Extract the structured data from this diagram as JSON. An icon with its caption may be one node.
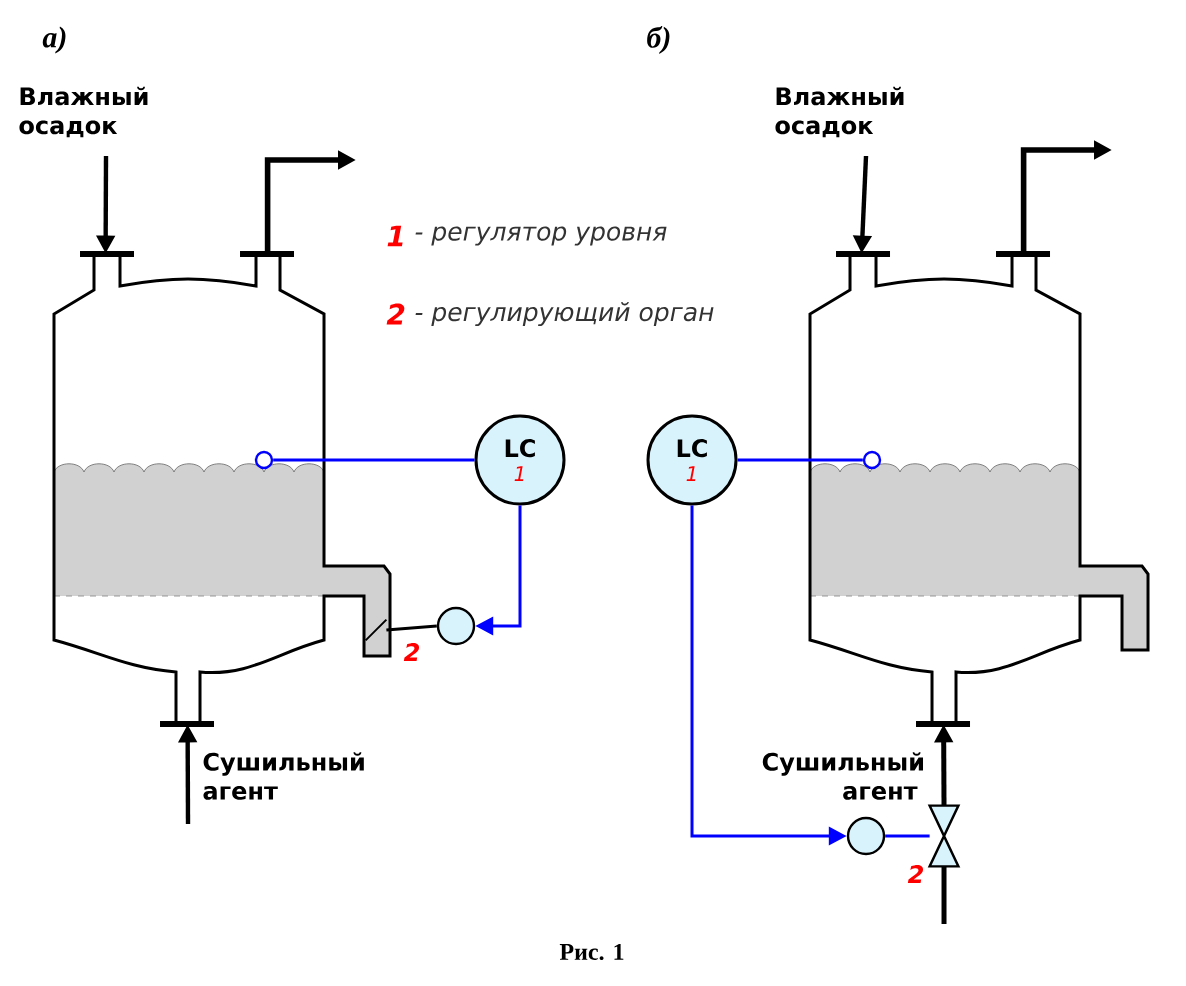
{
  "diagram": {
    "caption": "Рис. 1",
    "nodes": [
      {
        "text": [],
        "shape": "vessel"
      },
      {
        "text": [],
        "shape": "circle",
        "in": 0
      },
      {
        "text": [
          "LC",
          "1"
        ]
      },
      {
        "text": [],
        "shape": "circle",
        "beside": [
          "2"
        ]
      },
      {
        "text": [],
        "shape": "flap",
        "in": 0
      },
      {
        "text": [
          "LC",
          "1"
        ]
      },
      {
        "text": [],
        "shape": "vessel"
      },
      {
        "text": [],
        "shape": "circle",
        "in": 6
      },
      {
        "text": [],
        "shape": "circle"
      },
      {
        "text": [],
        "shape": "valve",
        "beside": [
          "2"
        ]
      }
    ],
    "edges": [
      {
        "from": 1,
        "to": 2,
        "arrow": "none",
        "color": "#0000ff"
      },
      {
        "from": 2,
        "to": 3,
        "arrow": "to",
        "color": "#0000ff"
      },
      {
        "from": 3,
        "to": 4,
        "arrow": "none"
      },
      {
        "from": 7,
        "to": 5,
        "arrow": "none",
        "color": "#0000ff"
      },
      {
        "from": 5,
        "to": 8,
        "arrow": "to",
        "color": "#0000ff"
      },
      {
        "from": 8,
        "to": 9,
        "arrow": "none",
        "color": "#0000ff"
      },
      {
        "from": 9,
        "to": 6,
        "arrow": "to"
      },
      {
        "from": null,
        "to": 0,
        "arrow": "to"
      },
      {
        "from": 0,
        "to": null,
        "arrow": "to"
      },
      {
        "from": null,
        "to": 0,
        "arrow": "to"
      },
      {
        "from": null,
        "to": 6,
        "arrow": "to"
      },
      {
        "from": 6,
        "to": null,
        "arrow": "to"
      },
      {
        "from": null,
        "to": 9,
        "arrow": "none"
      }
    ],
    "labels": [
      "а)",
      "б)",
      "Влажный осадок",
      "Влажный осадок",
      "1",
      "- регулятор уровня",
      "2",
      "- регулирующий орган",
      "Сушильный агент",
      "Сушильный агент"
    ]
  }
}
